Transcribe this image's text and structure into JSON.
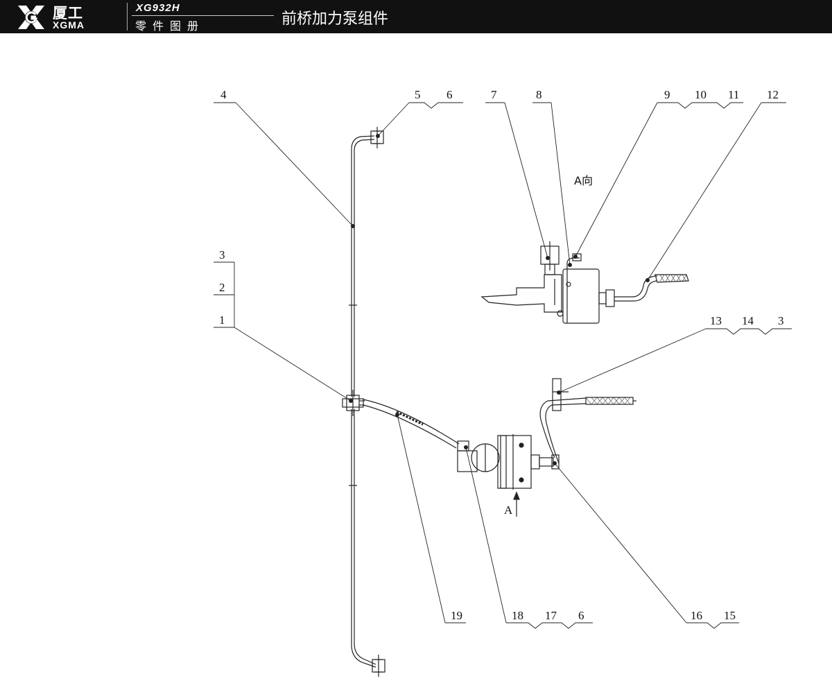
{
  "header": {
    "brand_cn": "厦工",
    "brand_en": "XGMA",
    "model": "XG932H",
    "catalog": "零件图册",
    "title": "前桥加力泵组件"
  },
  "diagram": {
    "view_label": "A向",
    "view_arrow_label": "A",
    "callouts": {
      "c1": "1",
      "c2": "2",
      "c3a": "3",
      "c4": "4",
      "c5": "5",
      "c6a": "6",
      "c7": "7",
      "c8": "8",
      "c9": "9",
      "c10": "10",
      "c11": "11",
      "c12": "12",
      "c13": "13",
      "c14": "14",
      "c3b": "3",
      "c19": "19",
      "c18": "18",
      "c17": "17",
      "c6b": "6",
      "c16": "16",
      "c15": "15"
    }
  }
}
